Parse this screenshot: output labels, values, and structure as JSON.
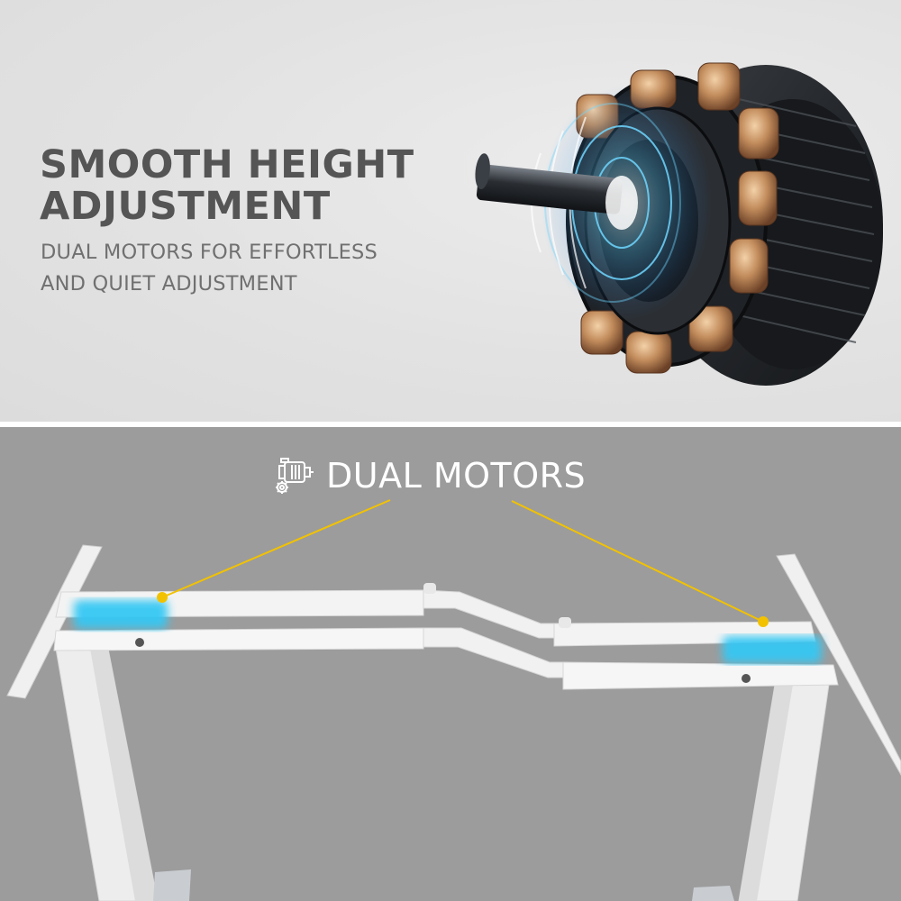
{
  "top": {
    "headline": "SMOOTH HEIGHT\nADJUSTMENT",
    "subline": "DUAL MOTORS FOR EFFORTLESS\nAND QUIET ADJUSTMENT",
    "image": "motor-stator-icon"
  },
  "bottom": {
    "callout_label": "DUAL MOTORS",
    "callout_icon": "motor-gear-icon",
    "image": "desk-frame",
    "callout_color": "#f2c200",
    "motor_highlight_color": "#35c8f4"
  },
  "colors": {
    "top_bg": "#e2e2e2",
    "divider": "#ffffff",
    "bottom_bg": "#9c9c9c",
    "headline": "#555555",
    "subline": "#707070",
    "label": "#ffffff"
  }
}
